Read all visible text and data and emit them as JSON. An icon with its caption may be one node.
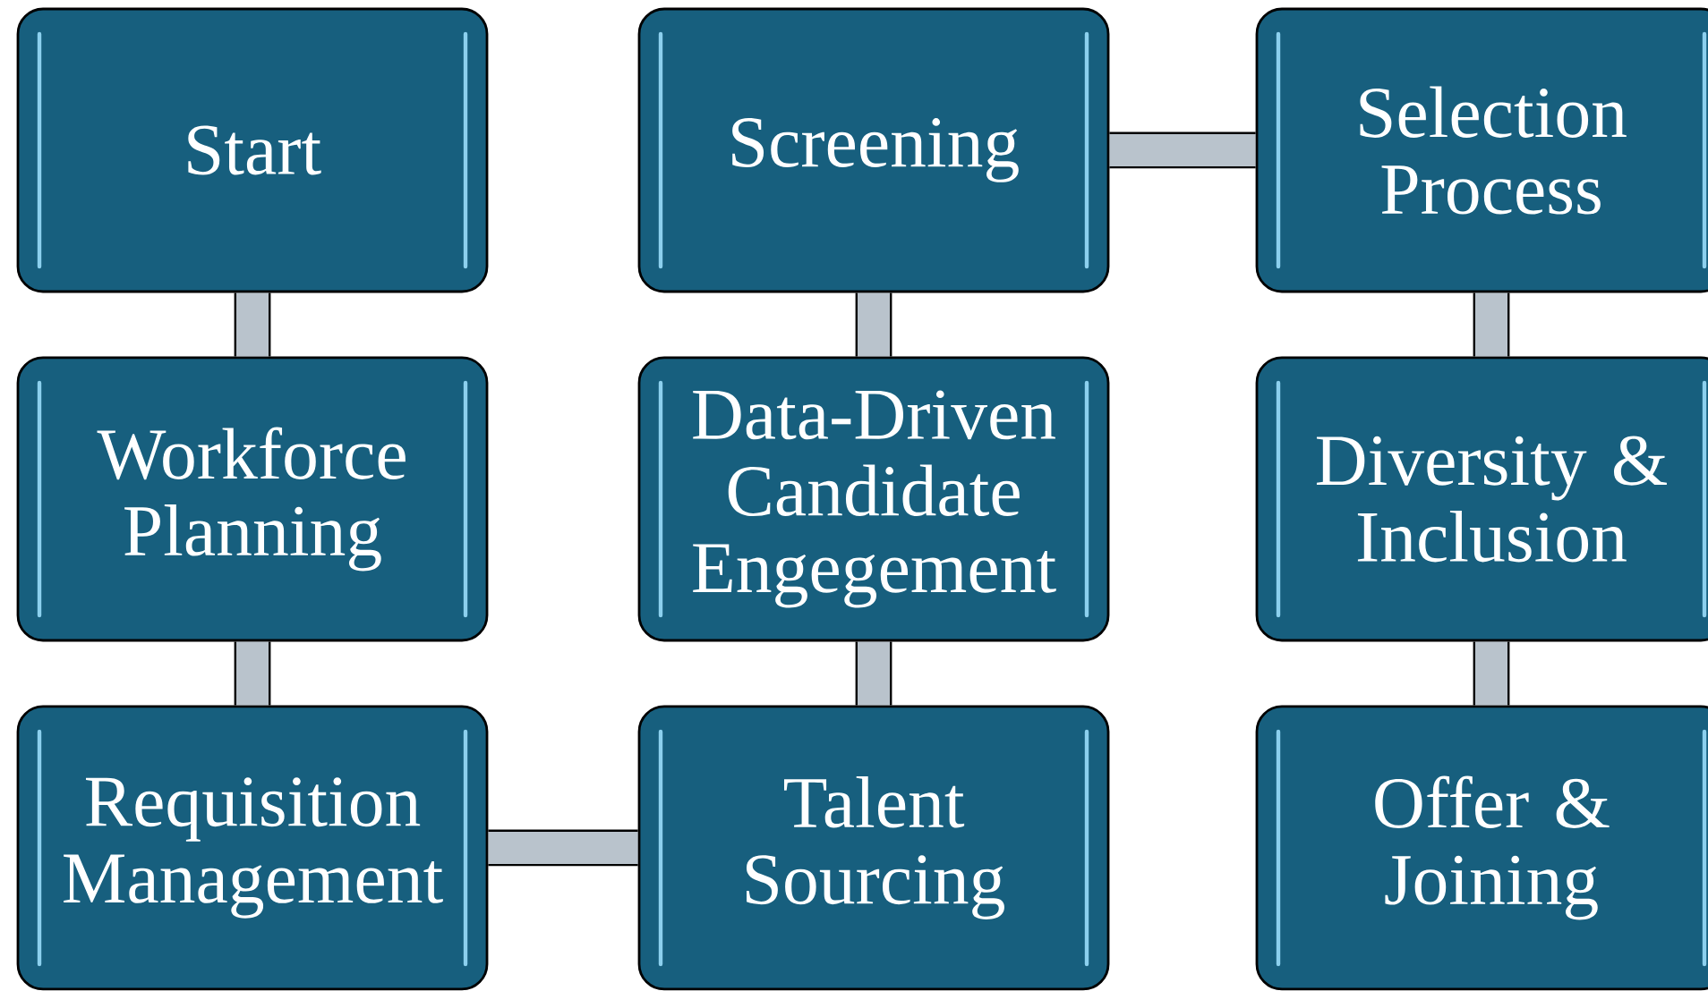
{
  "diagram": {
    "nodes": [
      {
        "text": [
          "Start"
        ]
      },
      {
        "text": [
          "Screening"
        ]
      },
      {
        "text": [
          "Selection Process"
        ]
      },
      {
        "text": [
          "Workforce Planning"
        ]
      },
      {
        "text": [
          "Data-Driven Candidate Engegement"
        ]
      },
      {
        "text": [
          "Diversity & Inclusion"
        ]
      },
      {
        "text": [
          "Requisition Management"
        ]
      },
      {
        "text": [
          "Talent Sourcing"
        ]
      },
      {
        "text": [
          "Offer & Joining"
        ]
      }
    ],
    "edges": [
      {
        "from": 0,
        "to": 3,
        "arrow": "none"
      },
      {
        "from": 3,
        "to": 6,
        "arrow": "none"
      },
      {
        "from": 6,
        "to": 7,
        "arrow": "none"
      },
      {
        "from": 7,
        "to": 4,
        "arrow": "none"
      },
      {
        "from": 4,
        "to": 1,
        "arrow": "none"
      },
      {
        "from": 1,
        "to": 2,
        "arrow": "none"
      },
      {
        "from": 2,
        "to": 5,
        "arrow": "none"
      },
      {
        "from": 5,
        "to": 8,
        "arrow": "none"
      }
    ]
  }
}
